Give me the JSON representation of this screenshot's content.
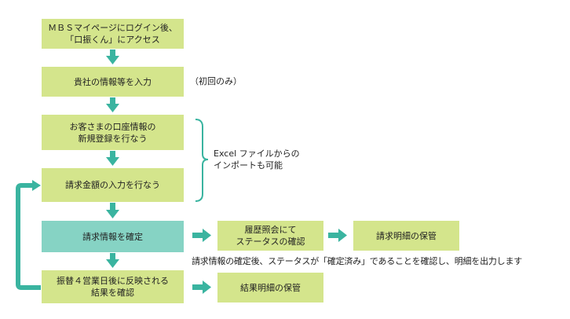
{
  "steps": {
    "login": "ＭＢＳマイページにログイン後、\n「口振くん」にアクセス",
    "company_info": "貴社の情報等を入力",
    "customer_account": "お客さまの口座情報の\n新規登録を行なう",
    "billing_amount": "請求金額の入力を行なう",
    "confirm_billing": "請求情報を確定",
    "status_check": "履歴照会にて\nステータスの確認",
    "keep_statement": "請求明細の保管",
    "reflect_result": "振替４営業日後に反映される\n結果を確認",
    "keep_result": "結果明細の保管"
  },
  "notes": {
    "first_time_only": "（初回のみ）",
    "excel_import": "Excel ファイルからの\nインポートも可能",
    "after_confirm": "請求情報の確定後、ステータスが「確定済み」であることを確認し、明細を出力します"
  },
  "colors": {
    "step_fill": "#d4e58c",
    "highlight_fill": "#86d3c4",
    "arrow": "#3ab4a0"
  }
}
